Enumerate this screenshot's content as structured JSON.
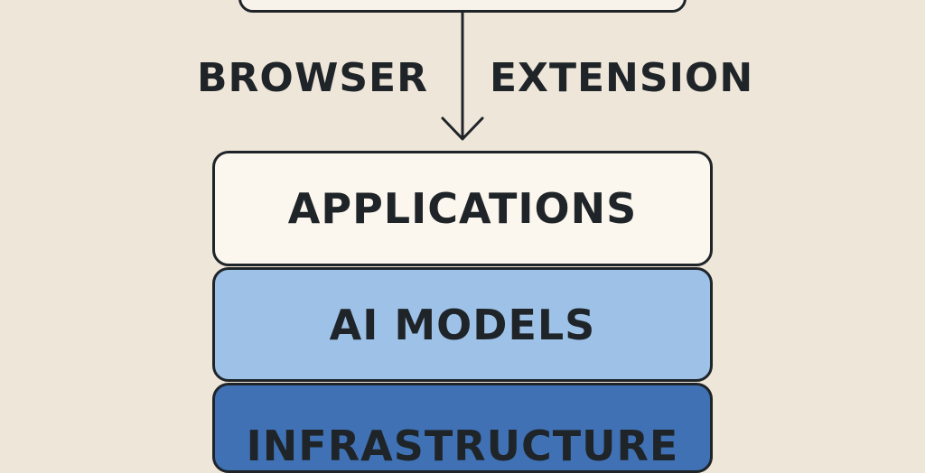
{
  "diagram": {
    "edge_label_left": "BROWSER",
    "edge_label_right": "EXTENSION",
    "layers": {
      "applications": "APPLICATIONS",
      "ai_models": "AI MODELS",
      "infrastructure": "INFRASTRUCTURE"
    },
    "colors": {
      "background": "#EFE6DA",
      "outline": "#1F2428",
      "applications_fill": "#FBF6EE",
      "ai_models_fill": "#9DC1E7",
      "infrastructure_fill": "#3F71B4"
    }
  }
}
